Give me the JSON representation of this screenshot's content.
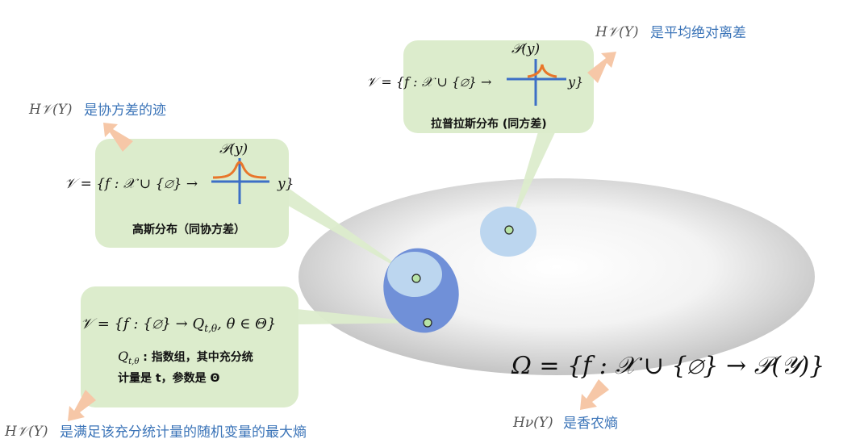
{
  "colors": {
    "box_fill": "#dceccc",
    "ellipse_gray": "#cccccc",
    "set_light_blue": "#bcd6ef",
    "set_dark_blue": "#6c8fd6",
    "arrow_orange": "#f6c7a7",
    "axis_blue": "#3d6fc6",
    "curve_orange": "#e8762a",
    "label_blue": "#3b74b8"
  },
  "gaussian_box": {
    "math_prefix": "𝒱 = {f : 𝒳 ∪ {∅} →",
    "math_suffix": "y}",
    "plot_label": "𝒫(y)",
    "caption": "高斯分布（同协方差）"
  },
  "laplace_box": {
    "math_prefix": "𝒱 = {f : 𝒳 ∪ {∅} →",
    "math_suffix": "y}",
    "plot_label": "𝒫(y)",
    "caption": "拉普拉斯分布 (同方差)"
  },
  "exp_family_box": {
    "math": "𝒱 = {f : {∅} → Q",
    "math_sub": "t,θ",
    "math_tail": ", θ ∈ Θ}",
    "caption_line1_q": "Q",
    "caption_line1_sub": "t,θ",
    "caption_line1": " : 指数组，其中充分统",
    "caption_line2": "计量是 t，参数是 Θ"
  },
  "omega_formula": "Ω = {f : 𝒳 ∪ {∅} → 𝒫(𝒴)}",
  "labels": {
    "h_symbol": "H𝒱(Y)",
    "covariance_trace": "是协方差的迹",
    "mean_abs_deviation": "是平均绝对离差",
    "max_entropy": "是满足该充分统计量的随机变量的最大熵",
    "h_omega_symbol": "Hν(Y)",
    "shannon_entropy": "是香农熵"
  }
}
